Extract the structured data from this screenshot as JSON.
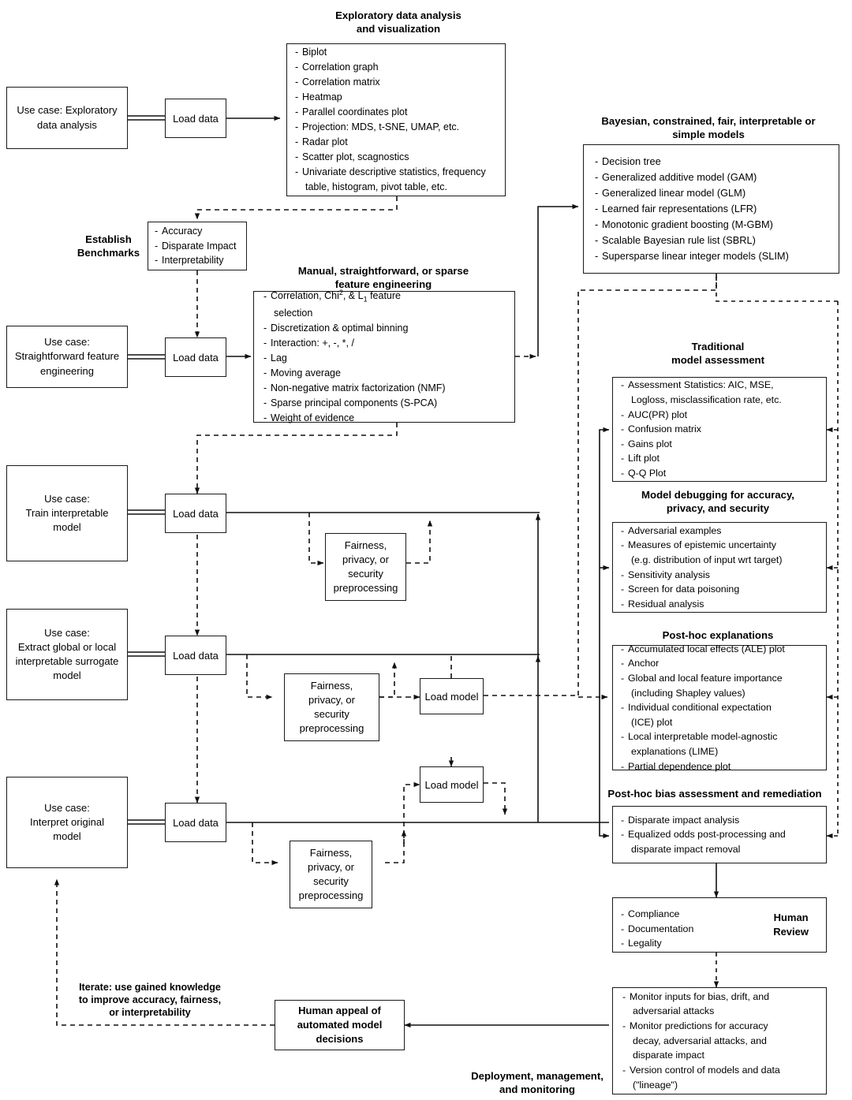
{
  "diagram": {
    "title": "Machine learning workflow for interpretable and fair models",
    "accent": "#1a1a1a",
    "background": "#ffffff"
  },
  "labels": {
    "eda": "Exploratory data analysis\nand visualization",
    "establish_benchmarks": "Establish\nBenchmarks",
    "feature_engineering": "Manual, straightforward, or sparse\nfeature engineering",
    "bayesian_models": "Bayesian, constrained, fair, interpretable or\nsimple models",
    "traditional_assessment": "Traditional\nmodel assessment",
    "model_debugging": "Model debugging for accuracy,\nprivacy, and security",
    "post_hoc_explanations": "Post-hoc explanations",
    "post_hoc_bias": "Post-hoc bias assessment and remediation",
    "deployment": "Deployment, management,\nand monitoring",
    "iterate": "Iterate: use gained knowledge\nto improve accuracy, fairness,\nor interpretability"
  },
  "use_cases": [
    {
      "id": "uc-eda",
      "text": "Use case: Exploratory\ndata analysis"
    },
    {
      "id": "uc-feature",
      "text": "Use case:\nStraightforward feature\nengineering"
    },
    {
      "id": "uc-train",
      "text": "Use case:\nTrain interpretable\nmodel"
    },
    {
      "id": "uc-surrogate",
      "text": "Use case:\nExtract global or local\ninterpretable surrogate\nmodel"
    },
    {
      "id": "uc-interpret",
      "text": "Use case:\nInterpret original\nmodel"
    }
  ],
  "nodes": {
    "load_data_label": "Load data",
    "load_model_label": "Load model",
    "preprocessing_label": "Fairness,\nprivacy, or\nsecurity\npreprocessing",
    "human_appeal_label": "Human appeal of\nautomated model\ndecisions",
    "human_review_label": "Human\nReview"
  },
  "panels": {
    "eda_items": [
      "Biplot",
      "Correlation graph",
      "Correlation matrix",
      "Heatmap",
      "Parallel coordinates plot",
      "Projection: MDS, t-SNE, UMAP, etc.",
      "Radar plot",
      "Scatter plot, scagnostics",
      "Univariate descriptive statistics, frequency",
      "   table, histogram, pivot table, etc."
    ],
    "benchmarks_items": [
      "Accuracy",
      "Disparate Impact",
      "Interpretability"
    ],
    "feature_items": [
      "Correlation, Chi², & L₁ feature",
      "   selection",
      "Discretization & optimal binning",
      "Interaction: +, -, *, /",
      "Lag",
      "Moving average",
      "Non-negative matrix factorization (NMF)",
      "Sparse principal components (S-PCA)",
      "Weight of evidence"
    ],
    "bayesian_items": [
      "Decision tree",
      "Generalized additive model (GAM)",
      "Generalized linear model (GLM)",
      "Learned fair representations (LFR)",
      "Monotonic gradient boosting (M-GBM)",
      "Scalable Bayesian rule list (SBRL)",
      "Supersparse linear integer models (SLIM)"
    ],
    "traditional_items": [
      "Assessment Statistics: AIC, MSE,",
      "   Logloss, misclassification rate, etc.",
      "AUC(PR) plot",
      "Confusion matrix",
      "Gains plot",
      "Lift plot",
      "Q-Q Plot"
    ],
    "debugging_items": [
      "Adversarial examples",
      "Measures of epistemic uncertainty",
      "   (e.g. distribution of input wrt target)",
      "Sensitivity analysis",
      "Screen for data poisoning",
      "Residual analysis"
    ],
    "explanations_items": [
      "Accumulated local effects (ALE) plot",
      "Anchor",
      "Global and local feature importance",
      "   (including Shapley values)",
      "Individual conditional expectation",
      "   (ICE) plot",
      "Local interpretable model-agnostic",
      "   explanations (LIME)",
      "Partial dependence plot"
    ],
    "bias_items": [
      "Disparate impact analysis",
      "Equalized odds post-processing and",
      "   disparate impact removal"
    ],
    "human_review_items": [
      "Compliance",
      "Documentation",
      "Legality"
    ],
    "monitoring_items": [
      "Monitor inputs for bias, drift, and",
      "   adversarial attacks",
      "Monitor predictions for accuracy",
      "   decay, adversarial attacks, and",
      "   disparate impact",
      "Version control of models and data",
      "   (\"lineage\")"
    ]
  }
}
